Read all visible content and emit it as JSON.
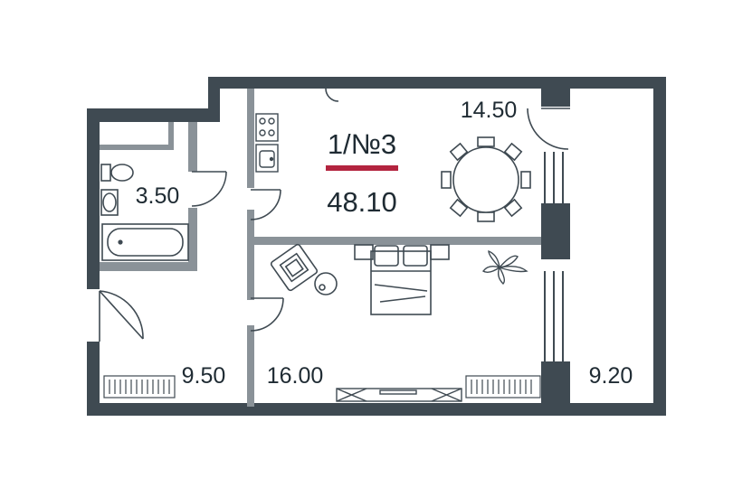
{
  "plan": {
    "apartment_id": "1/№3",
    "total_area": "48.10",
    "accent_color": "#b3243f",
    "wall_color": "#3f4a52",
    "rooms": {
      "kitchen": "14.50",
      "bathroom": "3.50",
      "hall": "9.50",
      "bedroom": "16.00",
      "loggia": "9.20"
    },
    "icons": [
      "toilet-icon",
      "sink-icon",
      "bathtub-icon",
      "stove-icon",
      "dining-table-icon",
      "armchair-icon",
      "round-table-icon",
      "bed-icon",
      "plant-icon",
      "radiator-icon",
      "door-icon",
      "window-icon"
    ]
  }
}
